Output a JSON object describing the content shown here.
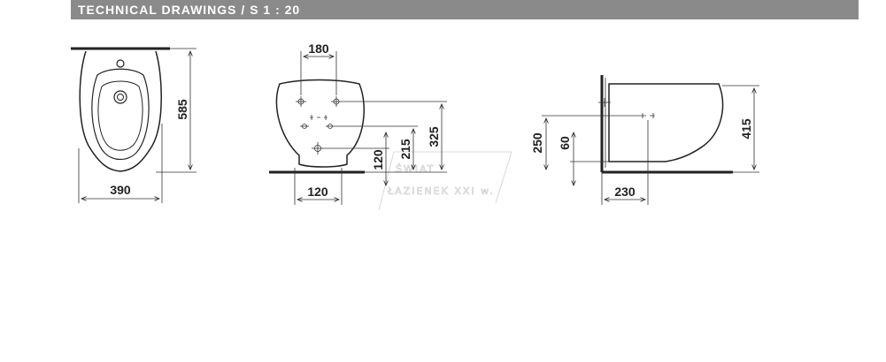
{
  "header": {
    "title": "TECHNICAL DRAWINGS / S 1 : 20"
  },
  "front_view": {
    "width_label": "390",
    "height_label": "585"
  },
  "side_view": {
    "top_width_label": "180",
    "bottom_width_label": "120",
    "height_120_label": "120",
    "height_215_label": "215",
    "height_325_label": "325"
  },
  "profile_view": {
    "height_250_label": "250",
    "height_60_label": "60",
    "height_415_label": "415",
    "depth_label": "230"
  },
  "watermark": {
    "line1": "ŚWIAT",
    "line2": "ŁAZIENEK XXI w."
  }
}
